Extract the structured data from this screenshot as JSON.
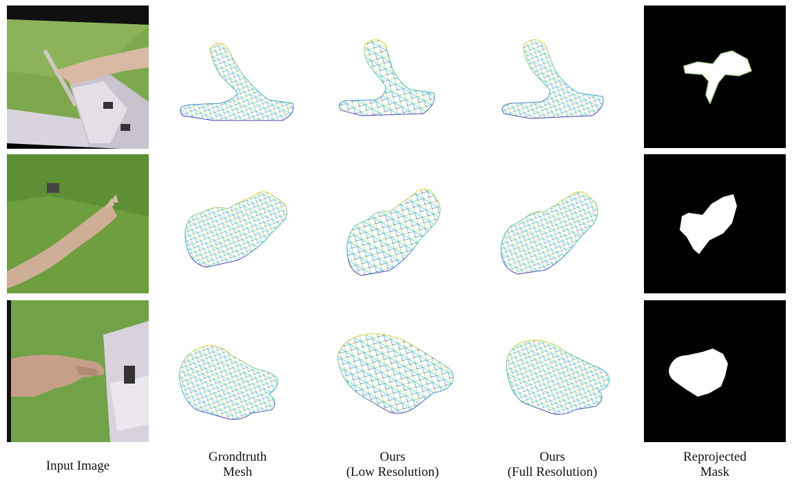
{
  "columns": [
    {
      "key": "input",
      "label_lines": [
        "Input Image"
      ]
    },
    {
      "key": "groundtruth",
      "label_lines": [
        "Grondtruth",
        "Mesh"
      ]
    },
    {
      "key": "low_res",
      "label_lines": [
        "Ours",
        "(Low Resolution)"
      ]
    },
    {
      "key": "full_res",
      "label_lines": [
        "Ours",
        "(Full Resolution)"
      ]
    },
    {
      "key": "mask",
      "label_lines": [
        "Reprojected",
        "Mask"
      ]
    }
  ],
  "rows": [
    {
      "name": "row-1",
      "photo_icon": "hand-holding-stick-photo",
      "mesh_icon": "hand-wireframe-mesh",
      "mask_icon": "hand-silhouette-mask"
    },
    {
      "name": "row-2",
      "photo_icon": "open-hand-photo",
      "mesh_icon": "hand-wireframe-mesh",
      "mask_icon": "hand-silhouette-mask"
    },
    {
      "name": "row-3",
      "photo_icon": "hand-grasp-photo",
      "mesh_icon": "hand-wireframe-mesh",
      "mask_icon": "hand-silhouette-mask"
    }
  ],
  "colors": {
    "greenscreen": "#7aa84a",
    "mesh_low": "#4b3fb5",
    "mesh_mid": "#3fb7c9",
    "mesh_high": "#e8d23a",
    "mask_bg": "#000000",
    "mask_fg": "#ffffff"
  }
}
